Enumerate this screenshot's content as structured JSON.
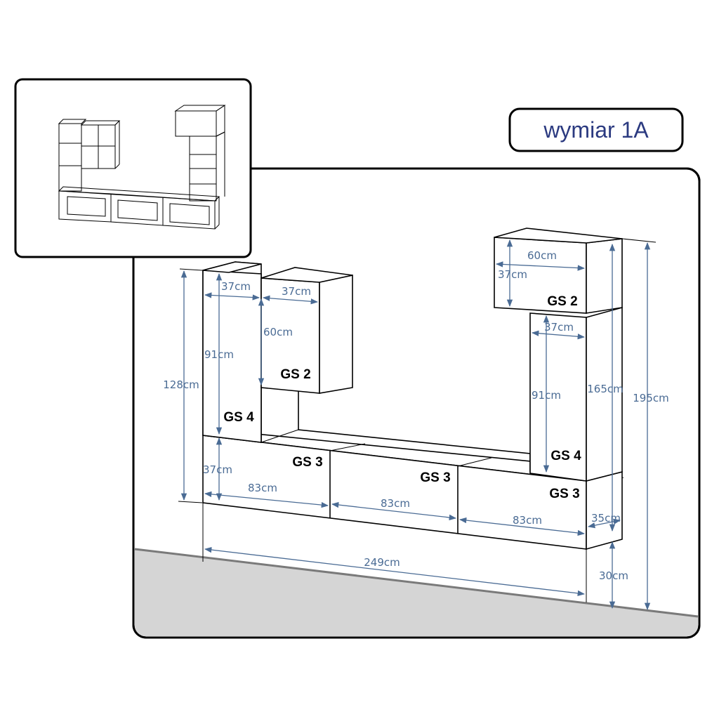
{
  "title": "wymiar 1A",
  "modules": {
    "left_tall": "GS 4",
    "left_hanging": "GS 2",
    "right_top": "GS 2",
    "right_tall": "GS 4",
    "bottom_left": "GS 3",
    "bottom_middle": "GS 3",
    "bottom_right": "GS 3"
  },
  "dimensions": {
    "left_tall_width": "37cm",
    "left_hanging_width": "37cm",
    "left_hanging_height": "60cm",
    "left_tall_height": "91cm",
    "left_total_height": "128cm",
    "bottom_height": "37cm",
    "bottom_left_width": "83cm",
    "bottom_middle_width": "83cm",
    "bottom_right_width": "83cm",
    "top_right_width": "60cm",
    "top_right_height": "37cm",
    "right_tall_width": "37cm",
    "right_tall_height": "91cm",
    "right_height": "165cm",
    "total_height": "195cm",
    "depth": "35cm",
    "total_width": "249cm",
    "floor_gap": "30cm"
  },
  "colors": {
    "dimension": "#4a6b94",
    "title": "#2b3a80",
    "floor": "#d5d5d5"
  }
}
